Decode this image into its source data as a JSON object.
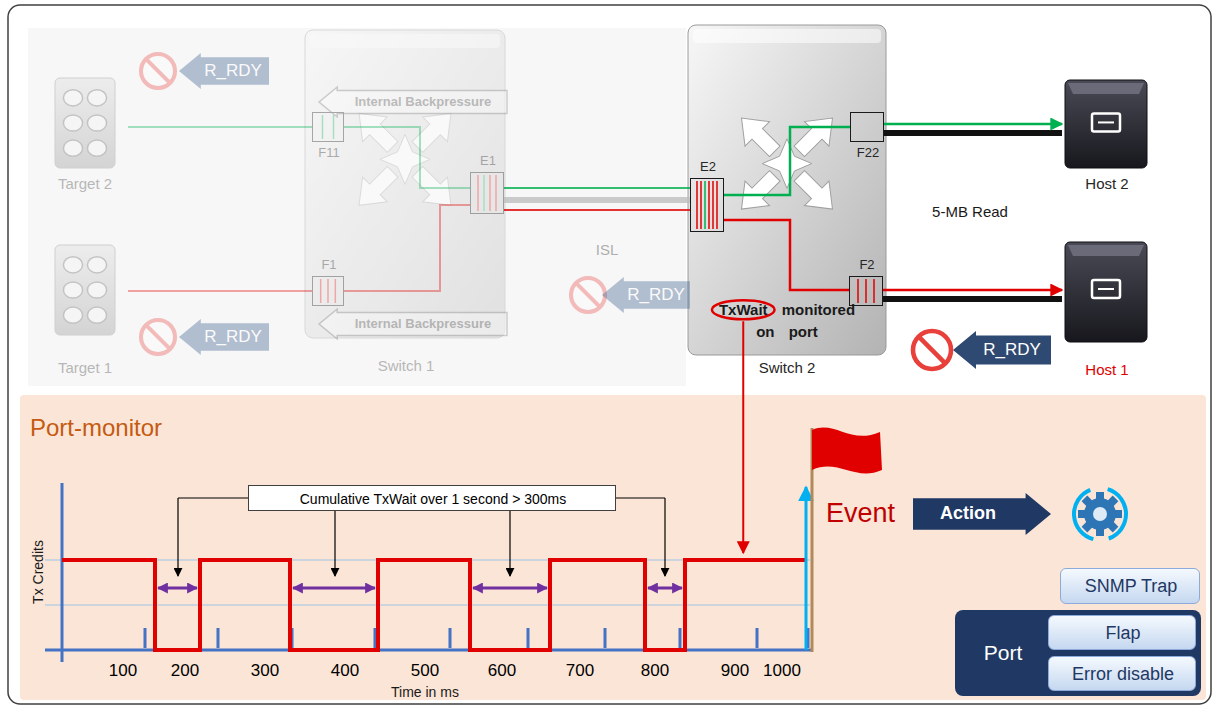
{
  "diagram": {
    "nodes": [
      {
        "text": [
          "Target 2"
        ]
      },
      {
        "text": [
          "R_RDY"
        ]
      },
      {
        "text": [
          "Switch 1"
        ]
      },
      {
        "text": [
          "Internal Backpressure"
        ],
        "in": 2
      },
      {
        "text": [
          "F11"
        ],
        "in": 2
      },
      {
        "text": [
          "E1"
        ],
        "in": 2
      },
      {
        "text": [
          "F1"
        ],
        "in": 2
      },
      {
        "text": [
          "Internal Backpressure"
        ],
        "in": 2
      },
      {
        "text": [
          "R_RDY"
        ]
      },
      {
        "text": [
          "Target 1"
        ]
      },
      {
        "text": [
          "R_RDY"
        ]
      },
      {
        "text": [
          "TxWait monitored on port",
          "Switch 2"
        ]
      },
      {
        "text": [
          "E2"
        ],
        "in": 11
      },
      {
        "text": [
          "F22"
        ],
        "in": 11
      },
      {
        "text": [
          "F2"
        ],
        "in": 11
      },
      {
        "text": [
          "Host 2"
        ]
      },
      {
        "text": [
          "Host 1"
        ]
      },
      {
        "text": [
          "R_RDY"
        ]
      },
      {
        "text": [
          "Port-monitor"
        ]
      },
      {
        "text": [
          "Cumulative TxWait over 1 second > 300ms"
        ],
        "in": 18
      },
      {
        "text": [
          "Action"
        ],
        "in": 18
      },
      {
        "text": [
          "SNMP Trap"
        ],
        "in": 18
      },
      {
        "text": [
          "Port"
        ],
        "in": 18
      },
      {
        "text": [
          "Flap"
        ],
        "in": 22
      },
      {
        "text": [
          "Error disable"
        ],
        "in": 22
      }
    ],
    "edges": [
      {
        "from": 0,
        "to": 4,
        "arrow": "none"
      },
      {
        "from": 9,
        "to": 6,
        "arrow": "none"
      },
      {
        "from": 4,
        "to": 5,
        "arrow": "none"
      },
      {
        "from": 6,
        "to": 5,
        "arrow": "none"
      },
      {
        "from": 5,
        "to": 12,
        "arrow": "none"
      },
      {
        "from": 12,
        "to": 13,
        "arrow": "none"
      },
      {
        "from": 12,
        "to": 14,
        "arrow": "none"
      },
      {
        "from": 13,
        "to": 15,
        "arrow": "to"
      },
      {
        "from": 14,
        "to": 16,
        "arrow": "to"
      }
    ],
    "labels": [
      "ISL",
      "5-MB Read",
      "Tx Credits",
      "100",
      "200",
      "300",
      "400",
      "500",
      "600",
      "700",
      "800",
      "900",
      "1000",
      "Time in ms",
      "Event"
    ]
  }
}
